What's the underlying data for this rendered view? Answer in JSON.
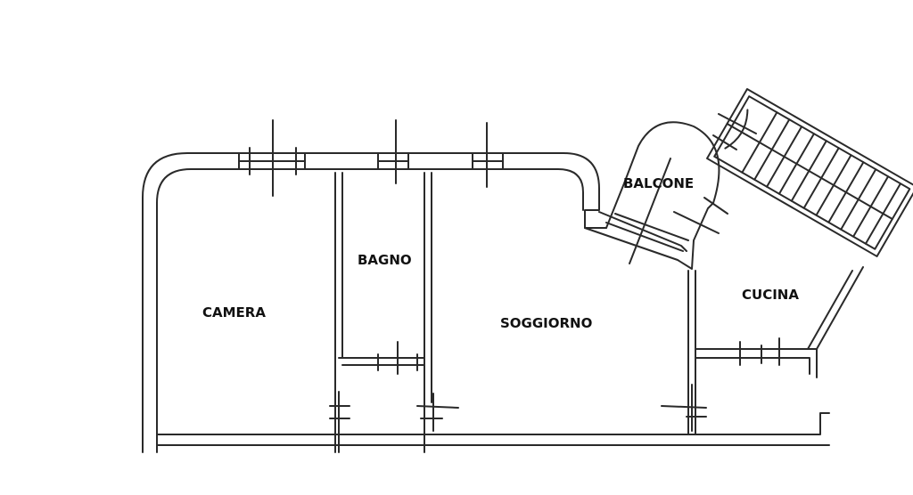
{
  "rooms": {
    "camera": "CAMERA",
    "bagno": "BAGNO",
    "soggiorno": "SOGGIORNO",
    "balcone": "BALCONE",
    "cucina": "CUCINA"
  },
  "colors": {
    "wall": "#2a2a2a",
    "background": "#ffffff",
    "label": "#111111"
  }
}
